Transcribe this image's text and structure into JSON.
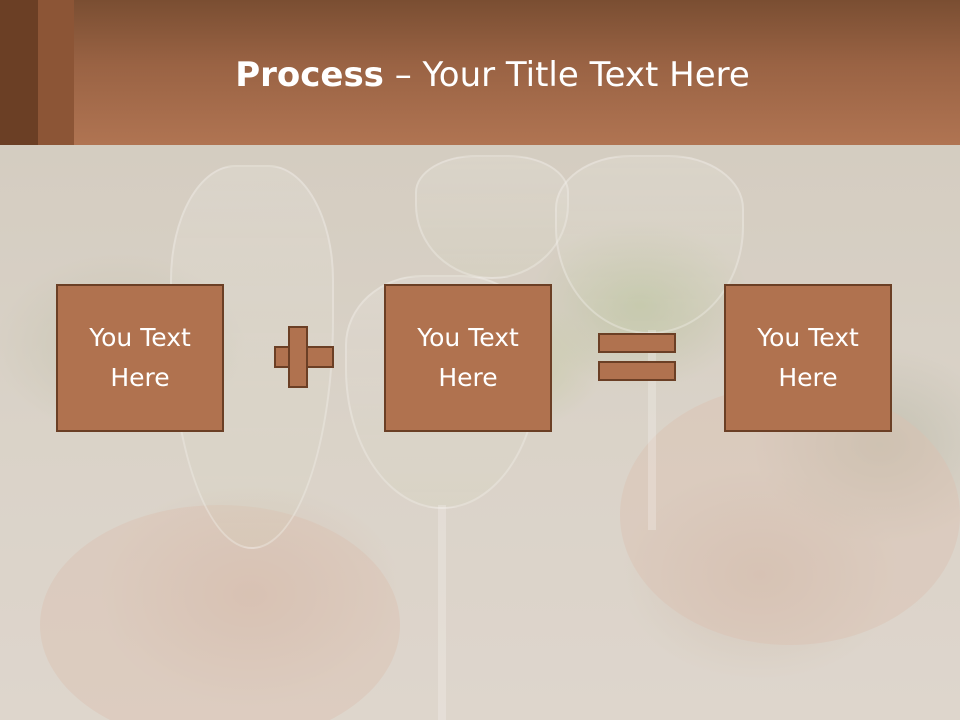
{
  "slide": {
    "title_bold": "Process",
    "title_rest": " – Your Title Text Here"
  },
  "boxes": [
    {
      "line1": "You Text",
      "line2": "Here"
    },
    {
      "line1": "You Text",
      "line2": "Here"
    },
    {
      "line1": "You Text",
      "line2": "Here"
    }
  ],
  "colors": {
    "header": "#a56a48",
    "box_fill": "#b0724f",
    "box_border": "#6b3f25",
    "text": "#ffffff"
  }
}
